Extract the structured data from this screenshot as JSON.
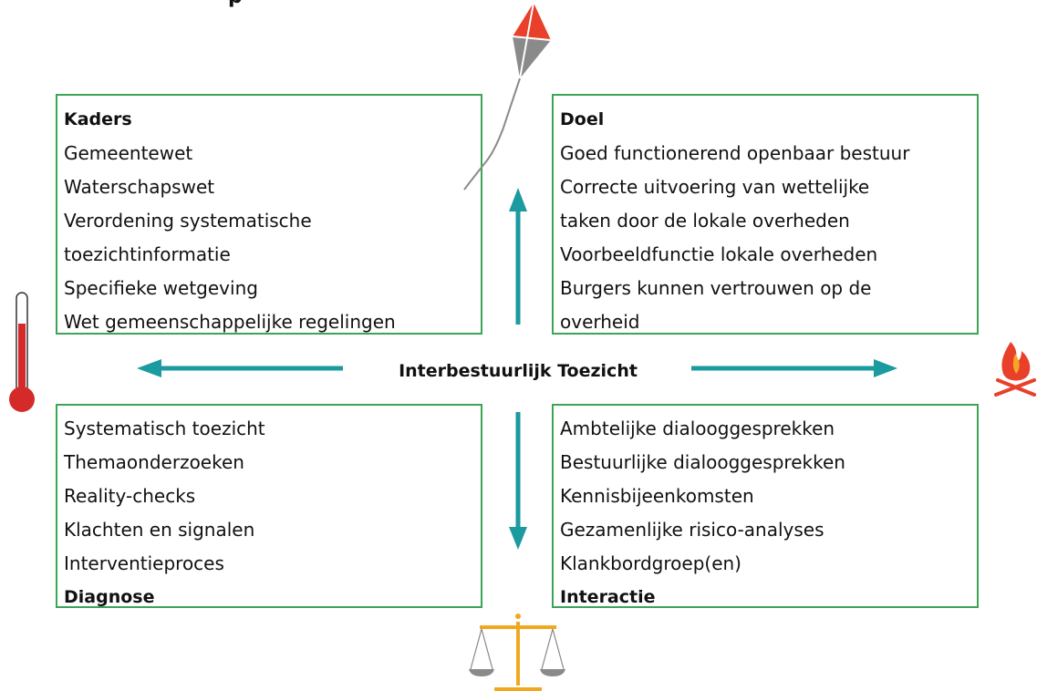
{
  "diagram": {
    "top_fragment": "p",
    "center_title": "Interbestuurlijk Toezicht",
    "boxes": {
      "kaders": {
        "heading": "Kaders",
        "lines": [
          "Gemeentewet",
          "Waterschapswet",
          "Verordening systematische",
          "toezichtinformatie",
          "Specifieke wetgeving",
          "Wet gemeenschappelijke regelingen"
        ]
      },
      "doel": {
        "heading": "Doel",
        "lines": [
          "Goed functionerend openbaar bestuur",
          "Correcte uitvoering van wettelijke",
          "taken door de lokale overheden",
          "Voorbeeldfunctie lokale overheden",
          "Burgers kunnen vertrouwen op de",
          "overheid"
        ]
      },
      "diagnose": {
        "lines": [
          "Systematisch toezicht",
          "Themaonderzoeken",
          "Reality-checks",
          "Klachten en signalen",
          "Interventieproces"
        ],
        "heading": "Diagnose"
      },
      "interactie": {
        "lines": [
          "Ambtelijke dialooggesprekken",
          "Bestuurlijke dialooggesprekken",
          "Kennisbijeenkomsten",
          "Gezamenlijke risico-analyses",
          "Klankbordgroep(en)"
        ],
        "heading": "Interactie"
      }
    },
    "colors": {
      "box_border": "#3aa655",
      "arrow": "#1b9aa0",
      "thermometer": "#d42a2a",
      "fire": "#e8402a",
      "scale": "#f0a81e",
      "kite_red": "#e8402a",
      "kite_gray": "#8a8a8a"
    },
    "icons": [
      "kite-icon",
      "thermometer-icon",
      "campfire-icon",
      "scale-icon"
    ]
  }
}
